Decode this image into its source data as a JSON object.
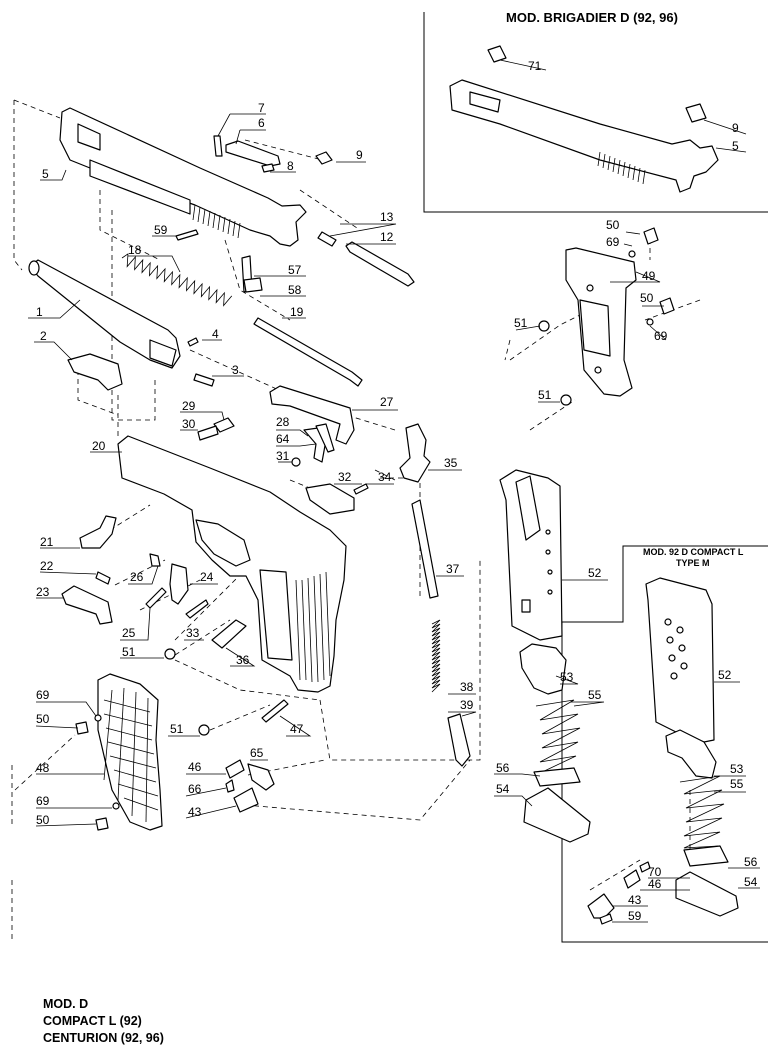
{
  "insets": {
    "brigadier_title": "MOD. BRIGADIER D (92, 96)",
    "compact_title_line1": "MOD. 92 D COMPACT L",
    "compact_title_line2": "TYPE M"
  },
  "footer": {
    "line1": "MOD.  D",
    "line2": "COMPACT L (92)",
    "line3": "CENTURION (92, 96)"
  },
  "callouts": {
    "c7": "7",
    "c6": "6",
    "c8": "8",
    "c9": "9",
    "c5": "5",
    "c59": "59",
    "c13": "13",
    "c12": "12",
    "c18": "18",
    "c57": "57",
    "c58": "58",
    "c1": "1",
    "c19": "19",
    "c2": "2",
    "c4": "4",
    "c3": "3",
    "c29": "29",
    "c30": "30",
    "c27": "27",
    "c28": "28",
    "c64": "64",
    "c31": "31",
    "c20": "20",
    "c32": "32",
    "c34": "34",
    "c35": "35",
    "c21": "21",
    "c22": "22",
    "c26": "26",
    "c24": "24",
    "c23": "23",
    "c25": "25",
    "c33": "33",
    "c51a": "51",
    "c36": "36",
    "c37": "37",
    "c52": "52",
    "c69a": "69",
    "c50a": "50",
    "c48": "48",
    "c69b": "69",
    "c50b": "50",
    "c51b": "51",
    "c47": "47",
    "c46": "46",
    "c65": "65",
    "c66": "66",
    "c43": "43",
    "c38": "38",
    "c39": "39",
    "c53": "53",
    "c55": "55",
    "c56": "56",
    "c54": "54",
    "b71": "71",
    "b9": "9",
    "b5": "5",
    "g50a": "50",
    "g69a": "69",
    "g49": "49",
    "g50b": "50",
    "g51a": "51",
    "g69b": "69",
    "g51b": "51",
    "k52": "52",
    "k53": "53",
    "k55": "55",
    "k56": "56",
    "k70": "70",
    "k46": "46",
    "k54": "54",
    "k43": "43",
    "k59": "59"
  }
}
